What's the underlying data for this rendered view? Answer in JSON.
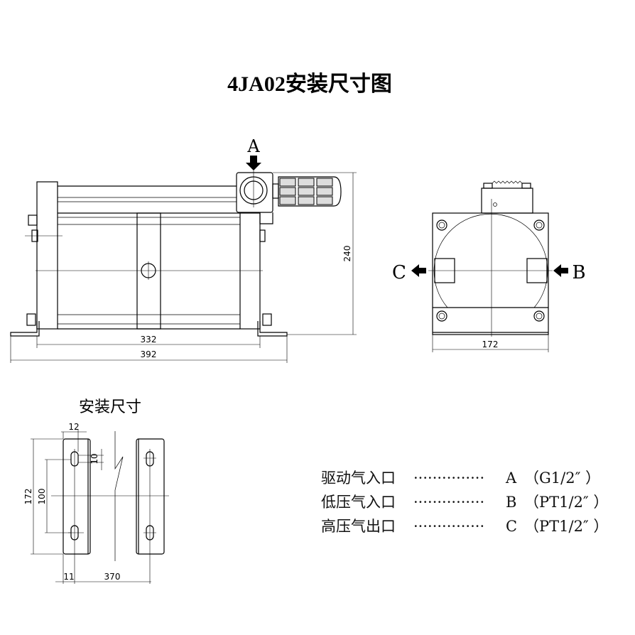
{
  "title": "4JA02安装尺寸图",
  "front_view": {
    "port_label": "A",
    "dim_height": "240",
    "dim_inner_width": "332",
    "dim_outer_width": "392"
  },
  "side_view": {
    "left_port_label": "C",
    "right_port_label": "B",
    "dim_width": "172"
  },
  "mounting": {
    "title": "安装尺寸",
    "dim_slot_width": "12",
    "dim_slot_height": "10",
    "dim_total_height": "172",
    "dim_hole_spacing": "100",
    "dim_edge_offset": "11",
    "dim_span": "370"
  },
  "legend": [
    {
      "name": "驱动气入口",
      "dots": "···············",
      "port": "A",
      "spec": "（G1/2″ ）"
    },
    {
      "name": "低压气入口",
      "dots": "···············",
      "port": "B",
      "spec": "（PT1/2″ ）"
    },
    {
      "name": "高压气出口",
      "dots": "···············",
      "port": "C",
      "spec": "（PT1/2″ ）"
    }
  ]
}
